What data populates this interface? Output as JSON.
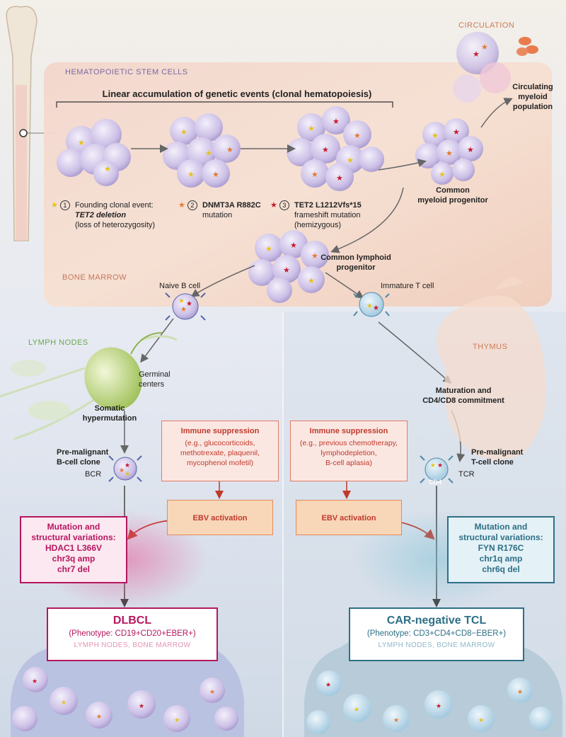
{
  "sections": {
    "hsc": "HEMATOPOIETIC STEM CELLS",
    "circulation": "CIRCULATION",
    "bone_marrow": "BONE MARROW",
    "lymph_nodes": "LYMPH NODES",
    "thymus": "THYMUS"
  },
  "bracket_title": "Linear accumulation of genetic events (clonal hematopoiesis)",
  "events": [
    {
      "num": "1",
      "lines": [
        "Founding clonal event:",
        "TET2 deletion",
        "(loss of heterozygosity)"
      ]
    },
    {
      "num": "2",
      "lines": [
        "DNMT3A R882C",
        "mutation"
      ]
    },
    {
      "num": "3",
      "lines": [
        "TET2 L1212Vfs*15",
        "frameshift mutation",
        "(hemizygous)"
      ]
    }
  ],
  "labels": {
    "circulating": [
      "Circulating",
      "myeloid",
      "population"
    ],
    "cmp": [
      "Common",
      "myeloid progenitor"
    ],
    "clp": [
      "Common lymphoid",
      "progenitor"
    ],
    "naive_b": "Naive B cell",
    "immature_t": "Immature T cell",
    "germinal": [
      "Germinal",
      "centers"
    ],
    "somatic": [
      "Somatic",
      "hypermutation"
    ],
    "maturation": [
      "Maturation and",
      "CD4/CD8 commitment"
    ],
    "pre_b": [
      "Pre-malignant",
      "B-cell clone"
    ],
    "pre_t": [
      "Pre-malignant",
      "T-cell clone"
    ],
    "bcr": "BCR",
    "tcr": "TCR",
    "cd4": "CD4"
  },
  "immune_left": {
    "title": "Immune suppression",
    "lines": [
      "(e.g., glucocorticoids,",
      "methotrexate, plaquenil,",
      "mycophenol mofetil)"
    ]
  },
  "immune_right": {
    "title": "Immune suppression",
    "lines": [
      "(e.g., previous chemotherapy,",
      "lymphodepletion,",
      "B-cell aplasia)"
    ]
  },
  "ebv": "EBV activation",
  "mut_left": {
    "title": [
      "Mutation and",
      "structural variations:"
    ],
    "items": [
      "HDAC1 L366V",
      "chr3q amp",
      "chr7 del"
    ]
  },
  "mut_right": {
    "title": [
      "Mutation and",
      "structural variations:"
    ],
    "items": [
      "FYN R176C",
      "chr1q amp",
      "chr6q del"
    ]
  },
  "dlbcl": {
    "title": "DLBCL",
    "phenotype": "(Phenotype: CD19+CD20+EBER+)",
    "sites": "LYMPH NODES, BONE MARROW"
  },
  "tcl": {
    "title": "CAR-negative TCL",
    "phenotype": "(Phenotype: CD3+CD4+CD8−EBER+)",
    "sites": "LYMPH NODES, BONE MARROW"
  },
  "colors": {
    "magenta": "#b5175f",
    "teal": "#2e6f86",
    "orange_text": "#c0392b",
    "section_purple": "#7a6aa0",
    "section_orange": "#d07a55",
    "section_green": "#6aa84f"
  },
  "icons": [
    "cell-icon",
    "star-icon",
    "bone-icon",
    "lymph-node-icon",
    "thymus-icon",
    "arrow-icon"
  ]
}
